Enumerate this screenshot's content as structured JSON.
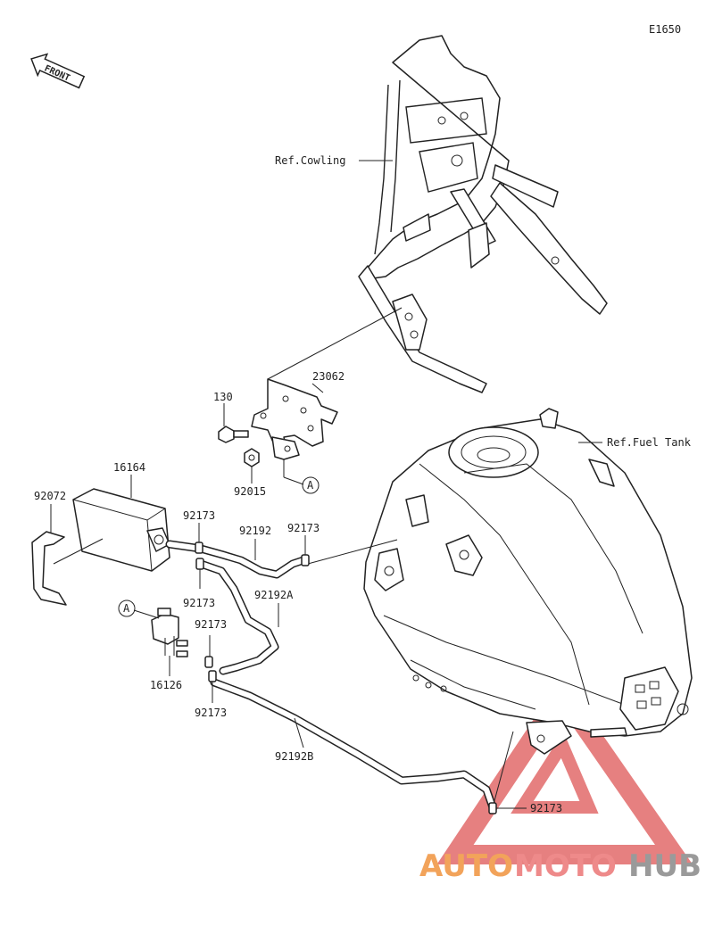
{
  "diagram_code": "E1650",
  "front_label": "FRONT",
  "callouts": {
    "ref_cowling": "Ref.Cowling",
    "ref_fuel_tank": "Ref.Fuel Tank",
    "p23062": "23062",
    "p130": "130",
    "p92015": "92015",
    "ref_a_top": "A",
    "p16164": "16164",
    "p92072": "92072",
    "p92173_a": "92173",
    "p92192": "92192",
    "p92173_b": "92173",
    "p92173_c": "92173",
    "p92192a": "92192A",
    "ref_a_bottom": "A",
    "p92173_d": "92173",
    "p16126": "16126",
    "p92173_e": "92173",
    "p92192b": "92192B",
    "p92173_f": "92173"
  },
  "watermark": {
    "word_auto": "AUTO",
    "word_moto": "MOTO",
    "word_hub": "HUB",
    "color_auto": "#f2a35a",
    "color_moto": "#ee8a8a",
    "color_hub": "#9a9a9a",
    "triangle_color": "#e26a6a"
  }
}
